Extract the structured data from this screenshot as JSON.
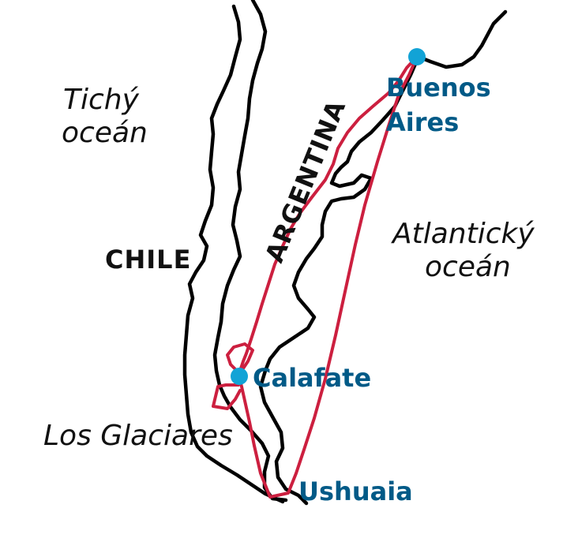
{
  "colors": {
    "route": "#cc1f3f",
    "city_label": "#005a87",
    "city_marker": "#12a3d6",
    "coastline": "#000000"
  },
  "labels": {
    "pacific_line1": "Tichý",
    "pacific_line2": "oceán",
    "atlantic_line1": "Atlantický",
    "atlantic_line2": "oceán",
    "chile": "CHILE",
    "argentina": "ARGENTINA",
    "los_glaciares": "Los Glaciares"
  },
  "cities": {
    "buenos_aires_line1": "Buenos",
    "buenos_aires_line2": "Aires",
    "calafate": "Calafate",
    "ushuaia": "Ushuaia"
  }
}
